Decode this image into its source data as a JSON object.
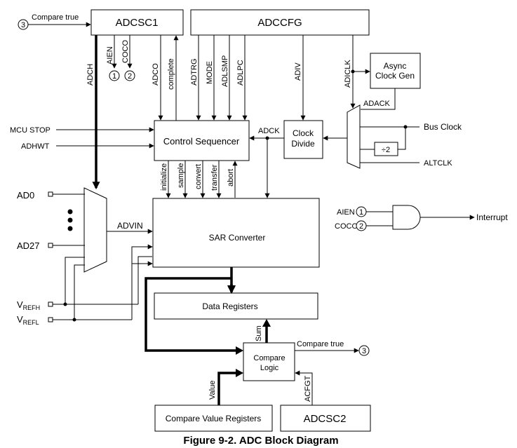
{
  "blocks": {
    "adcsc1": "ADCSC1",
    "adccfg": "ADCCFG",
    "async_clock_gen_line1": "Async",
    "async_clock_gen_line2": "Clock Gen",
    "control_sequencer": "Control Sequencer",
    "clock_divide_line1": "Clock",
    "clock_divide_line2": "Divide",
    "sar_converter": "SAR Converter",
    "data_registers": "Data Registers",
    "compare_logic_line1": "Compare",
    "compare_logic_line2": "Logic",
    "compare_value_registers": "Compare Value Registers",
    "adcsc2": "ADCSC2",
    "divider": "÷2"
  },
  "signals": {
    "compare_true_in": "Compare true",
    "compare_true_out": "Compare true",
    "adch": "ADCH",
    "aien": "AIEN",
    "coco": "COCO",
    "adco": "ADCO",
    "complete": "complete",
    "adtrg": "ADTRG",
    "mode": "MODE",
    "adlsmp": "ADLSMP",
    "adlpc": "ADLPC",
    "adiv": "ADIV",
    "adiclk": "ADICLK",
    "adack": "ADACK",
    "adck": "ADCK",
    "bus_clock": "Bus Clock",
    "altclk": "ALTCLK",
    "mcu_stop": "MCU STOP",
    "adhwt": "ADHWT",
    "ad0": "AD0",
    "ad27": "AD27",
    "advin": "ADVIN",
    "vrefh_main": "V",
    "vrefh_sub": "REFH",
    "vrefl_main": "V",
    "vrefl_sub": "REFL",
    "initialize": "initialize",
    "sample": "sample",
    "convert": "convert",
    "transfer": "transfer",
    "abort": "abort",
    "sum": "Sum",
    "value": "Value",
    "acfgt": "ACFGT",
    "interrupt": "Interrupt",
    "aien_gate": "AIEN",
    "coco_gate": "COCO"
  },
  "markers": {
    "one": "1",
    "two": "2",
    "three": "3"
  },
  "caption": "Figure 9-2. ADC Block Diagram"
}
